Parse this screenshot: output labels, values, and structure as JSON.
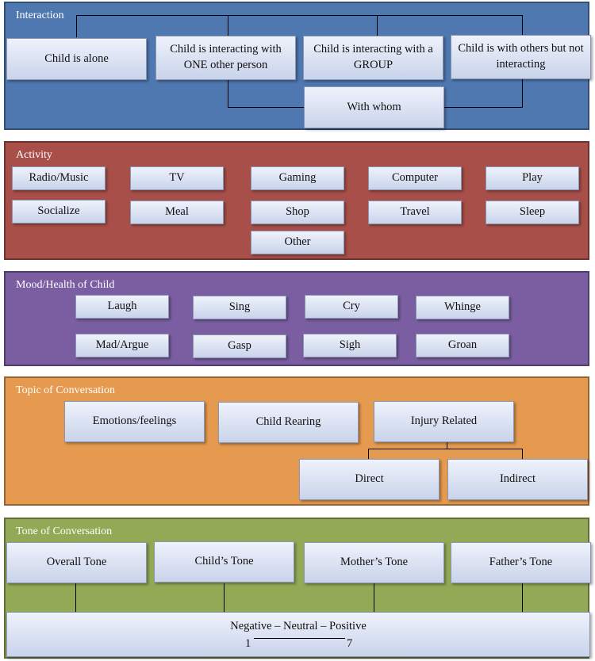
{
  "interaction": {
    "title": "Interaction",
    "alone": "Child is alone",
    "one": "Child is interacting with ONE other person",
    "group": "Child is interacting with a GROUP",
    "others": "Child is with others but not interacting",
    "with_whom": "With whom"
  },
  "activity": {
    "title": "Activity",
    "items": [
      "Radio/Music",
      "TV",
      "Gaming",
      "Computer",
      "Play",
      "Socialize",
      "Meal",
      "Shop",
      "Travel",
      "Sleep",
      "Other"
    ]
  },
  "mood": {
    "title": "Mood/Health of Child",
    "items": [
      "Laugh",
      "Sing",
      "Cry",
      "Whinge",
      "Mad/Argue",
      "Gasp",
      "Sigh",
      "Groan"
    ]
  },
  "topic": {
    "title": "Topic of Conversation",
    "emotions": "Emotions/feelings",
    "child_rearing": "Child Rearing",
    "injury": "Injury Related",
    "direct": "Direct",
    "indirect": "Indirect"
  },
  "tone": {
    "title": "Tone of Conversation",
    "overall": "Overall Tone",
    "child": "Child’s Tone",
    "mother": "Mother’s Tone",
    "father": "Father’s Tone",
    "scale_label": "Negative – Neutral – Positive",
    "scale_min": "1",
    "scale_max": "7"
  },
  "colors": {
    "interaction": "#4f78b1",
    "activity": "#a94f49",
    "mood": "#7b5ea2",
    "topic": "#e59a4f",
    "tone": "#92aa56"
  }
}
